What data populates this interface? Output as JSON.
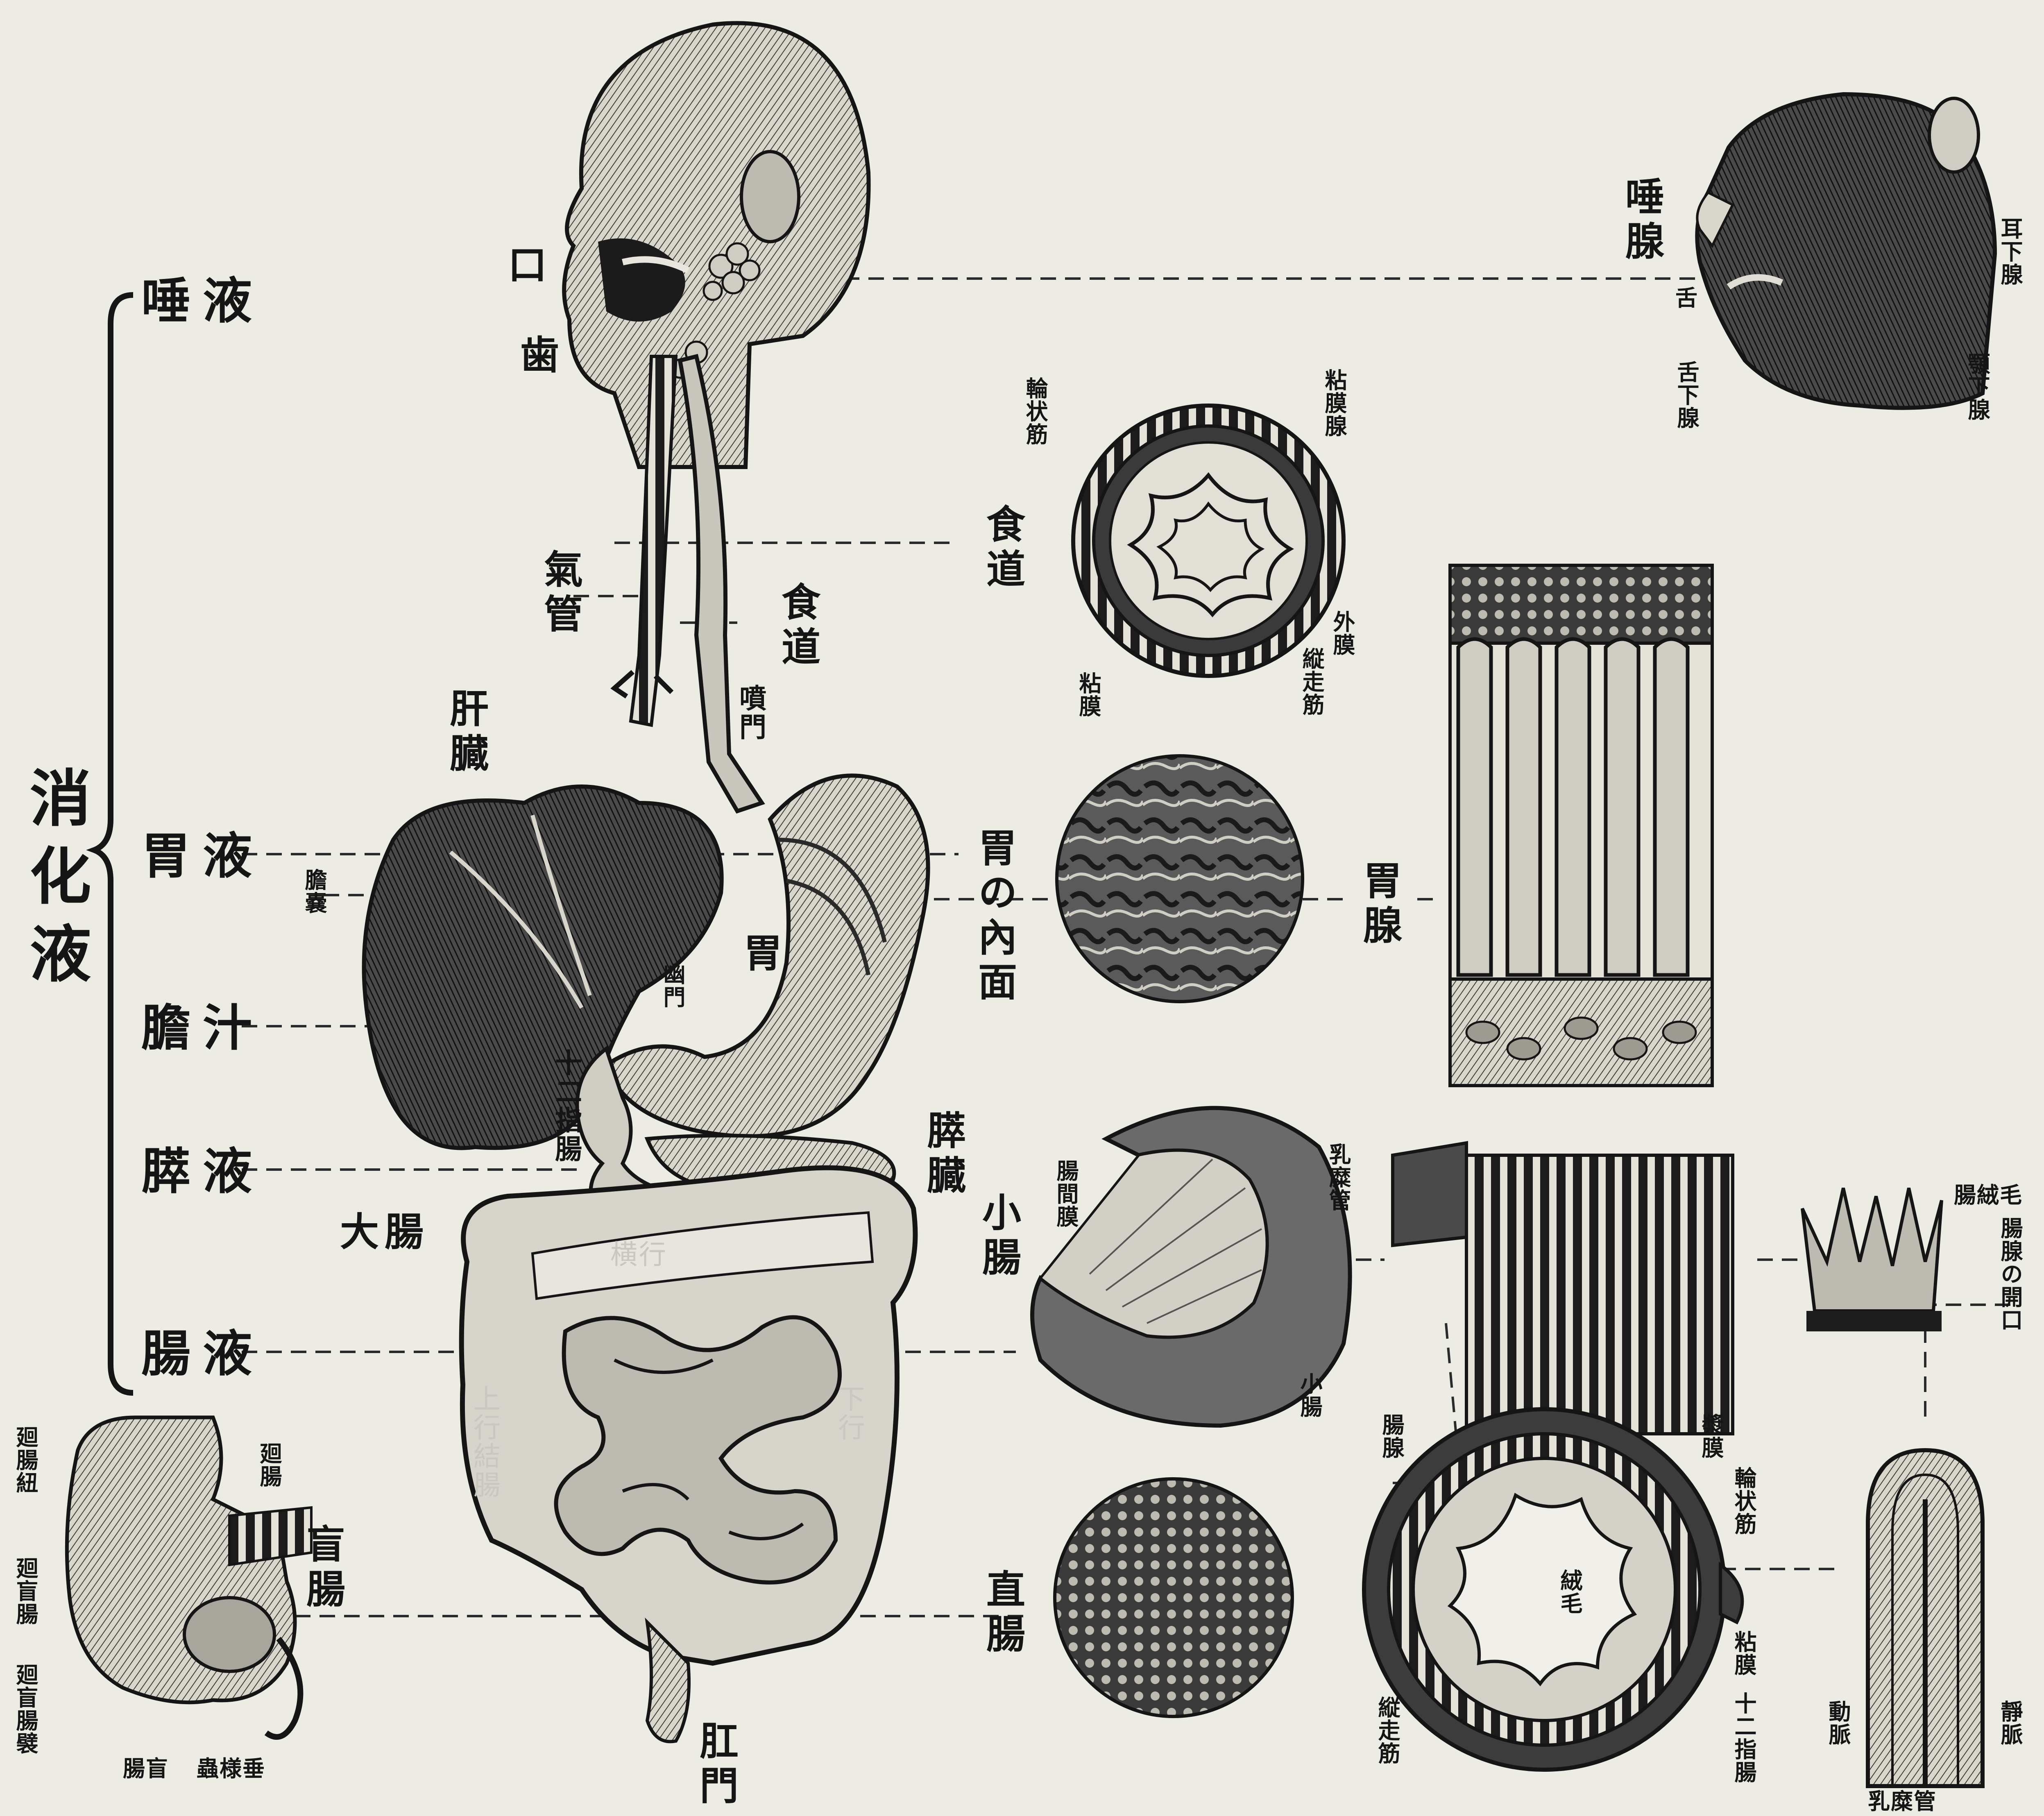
{
  "group_label": "消化液",
  "juices": {
    "saliva": "唾液",
    "gastric": "胃液",
    "bile": "膽汁",
    "pancreatic": "膵液",
    "intestinal": "腸液"
  },
  "body_labels": {
    "mouth": "口",
    "teeth": "歯",
    "trachea": "氣管",
    "esophagus": "食道",
    "liver": "肝臓",
    "gallbladder": "膽嚢",
    "cardia": "噴門",
    "stomach": "胃",
    "pylorus": "幽門",
    "duodenum": "十二指腸",
    "pancreas": "膵臓",
    "large_intestine": "大腸",
    "transverse_colon": "横行",
    "ascending_colon": "上行結腸",
    "descending_colon": "下行",
    "anus": "肛門"
  },
  "cecum_inset": {
    "title": "盲腸",
    "ileum_band": "廻腸紐",
    "ileum": "廻腸",
    "ileocecal_valve": "廻盲腸",
    "ileocecal_fold": "廻盲腸襞",
    "cecum_small": "腸盲",
    "appendix": "蟲様垂"
  },
  "salivary_gland": {
    "title": "唾腺",
    "parotid": "耳下腺",
    "tongue": "舌",
    "sublingual": "舌下腺",
    "submandibular": "顎下腺"
  },
  "esophagus_section": {
    "title": "食道",
    "circular_muscle": "輪状筋",
    "mucous_gland": "粘膜腺",
    "outer_membrane": "外膜",
    "longitudinal_muscle": "縦走筋",
    "mucosa": "粘膜"
  },
  "stomach_inner": {
    "title": "胃の內面",
    "gastric_gland": "胃腺"
  },
  "small_intestine": {
    "title": "小腸",
    "mesentery": "腸間膜",
    "lacteal": "乳糜管",
    "small_intestine_label": "小腸"
  },
  "villi_block": {
    "villi": "腸絨毛",
    "gland_openings": "腸腺の開口"
  },
  "duodenum_section": {
    "intestinal_gland": "腸腺",
    "serosa": "漿膜",
    "circular_muscle": "輪状筋",
    "villi": "絨毛",
    "mucosa": "粘膜",
    "duodenum": "十二指腸",
    "longitudinal_muscle": "縦走筋"
  },
  "villus_detail": {
    "artery": "動脈",
    "vein": "靜脈",
    "lacteal": "乳糜管"
  },
  "rectum": {
    "title": "直腸"
  }
}
